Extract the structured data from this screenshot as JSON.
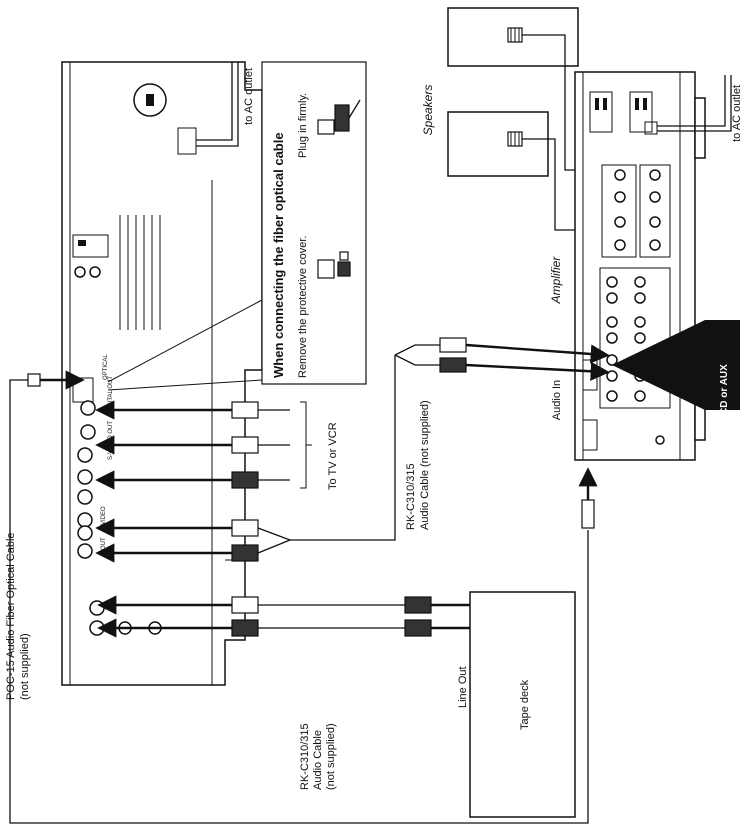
{
  "labels": {
    "ac_outlet_player": "to AC outlet",
    "ac_outlet_amp": "to AC outlet",
    "fiber_title": "When connecting the fiber optical cable",
    "fiber_step1": "Remove the protective cover.",
    "fiber_step2": "Plug in firmly.",
    "speakers": "Speakers",
    "amplifier": "Amplifier",
    "audio_in": "Audio In",
    "cd_aux": "CD or AUX",
    "to_tv_vcr": "To TV or VCR",
    "rk_cable_mid_line1": "RK-C310/315",
    "rk_cable_mid_line2": "Audio Cable (not supplied)",
    "poc_line1": "POC-15 Audio Fiber Optical Cable",
    "poc_line2": "(not supplied)",
    "rk_cable_left_line1": "RK-C310/315",
    "rk_cable_left_line2": "Audio Cable",
    "rk_cable_left_line3": "(not supplied)",
    "line_out": "Line Out",
    "tape_deck": "Tape deck"
  },
  "panel_text": {
    "optical": "OPTICAL",
    "digital_out": "DIGITAL OUT",
    "s_video_out": "S-VIDEO OUT",
    "video": "VIDEO",
    "out": "OUT"
  }
}
